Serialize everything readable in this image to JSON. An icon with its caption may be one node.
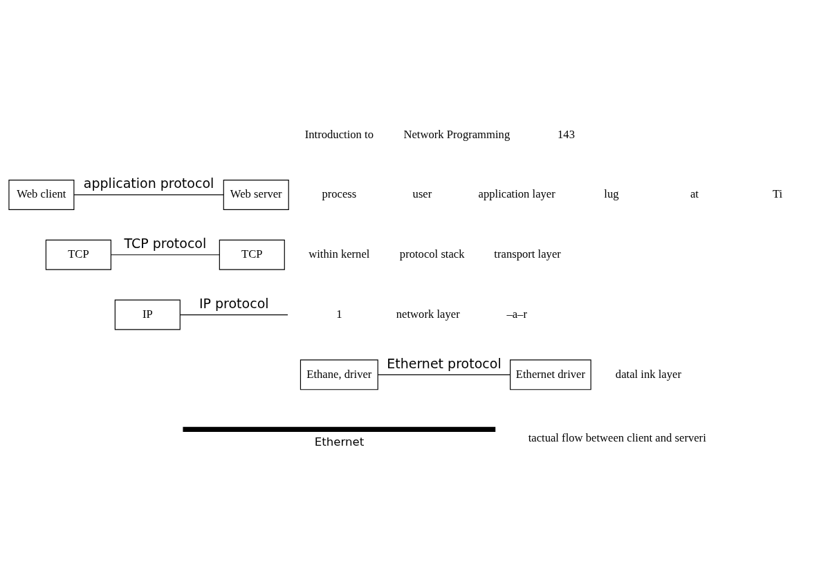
{
  "diagram": {
    "nodes": [
      {
        "text": [
          "Web client"
        ]
      },
      {
        "text": [
          "Web server"
        ]
      },
      {
        "text": [
          "TCP"
        ]
      },
      {
        "text": [
          "TCP"
        ]
      },
      {
        "text": [
          "IP"
        ]
      },
      {
        "text": [
          "Ethane, driver"
        ]
      },
      {
        "text": [
          "Ethernet driver"
        ]
      },
      {
        "text": [],
        "shape": "bar",
        "beside": [
          "Ethernet"
        ]
      }
    ],
    "edges": [
      {
        "from": 0,
        "to": 1,
        "arrow": "none",
        "label": "application protocol"
      },
      {
        "from": 2,
        "to": 3,
        "arrow": "none",
        "label": "TCP protocol"
      },
      {
        "from": 4,
        "to": null,
        "arrow": "none",
        "label": "IP protocol"
      },
      {
        "from": 5,
        "to": 6,
        "arrow": "none",
        "label": "Ethernet protocol"
      }
    ],
    "labels": [
      "Introduction to",
      "Network Programming",
      "143",
      "user",
      "process",
      "application layer",
      "lug",
      "at",
      "Ti",
      "protocol stack",
      "within kernel",
      "transport layer",
      "1",
      "network layer",
      "–a–r",
      "datal ink layer",
      "tactual flow between client and serveri"
    ]
  }
}
